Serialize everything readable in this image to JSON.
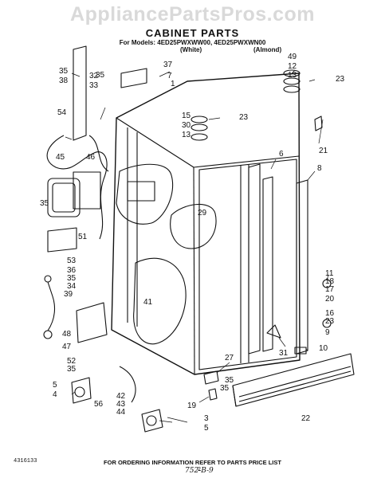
{
  "watermark": "AppliancePartsPros.com",
  "title": "CABINET PARTS",
  "models": "For Models: 4ED25PWXWW00, 4ED25PWXWN00",
  "variant_white": "(White)",
  "variant_almond": "(Almond)",
  "footer_note": "FOR ORDERING INFORMATION REFER TO PARTS PRICE LIST",
  "doc_number": "4316133",
  "page_number": "2",
  "handwritten_note": "752-B-9",
  "callouts": [
    "35",
    "38",
    "37",
    "35",
    "1",
    "49",
    "12",
    "13",
    "23",
    "32",
    "33",
    "54",
    "15",
    "30",
    "13",
    "23",
    "21",
    "45",
    "46",
    "6",
    "8",
    "35",
    "29",
    "51",
    "53",
    "36",
    "35",
    "34",
    "39",
    "41",
    "48",
    "47",
    "11",
    "18",
    "17",
    "20",
    "16",
    "23",
    "9",
    "52",
    "35",
    "35",
    "5",
    "4",
    "27",
    "35",
    "31",
    "10",
    "42",
    "43",
    "56",
    "44",
    "19",
    "3",
    "5",
    "22",
    "7"
  ]
}
